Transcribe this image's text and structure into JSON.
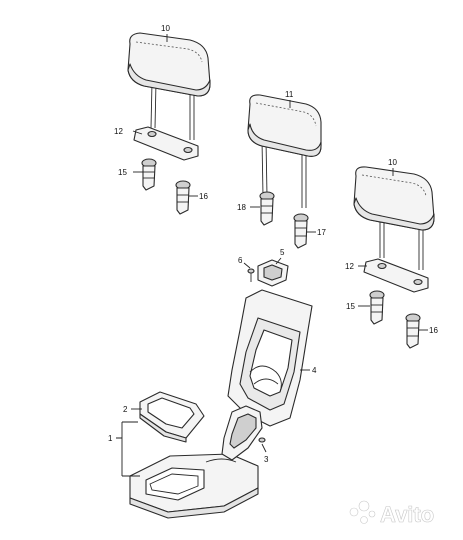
{
  "callouts": {
    "c10_left": "10",
    "c11": "11",
    "c10_right": "10",
    "c12_left": "12",
    "c12_right": "12",
    "c15_left": "15",
    "c15_right": "15",
    "c16_left": "16",
    "c16_right": "16",
    "c17": "17",
    "c18": "18",
    "c5": "5",
    "c6": "6",
    "c4": "4",
    "c2": "2",
    "c1": "1",
    "c3": "3"
  },
  "watermark": {
    "text": "Avito"
  }
}
